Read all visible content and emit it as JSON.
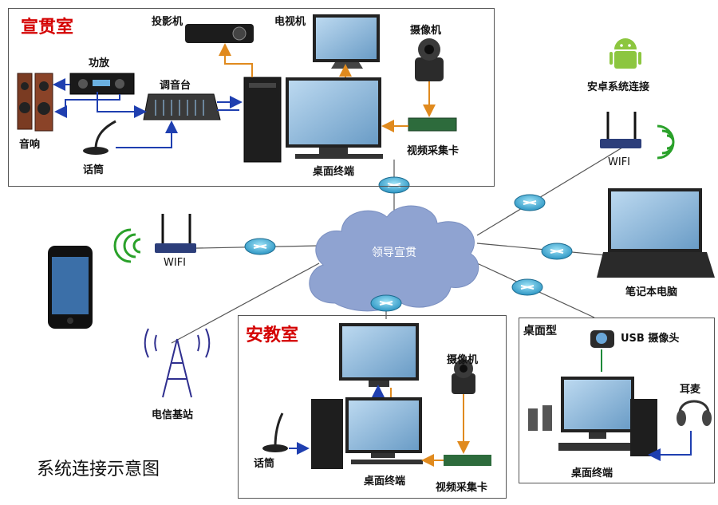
{
  "rooms": {
    "xuanguan": {
      "title": "宣贯室",
      "projector": "投影机",
      "tv": "电视机",
      "camera": "摄像机",
      "amplifier": "功放",
      "mixer": "调音台",
      "speaker": "音响",
      "microphone": "话筒",
      "capture_card": "视频采集卡",
      "terminal": "桌面终端"
    },
    "anjiao": {
      "title": "安教室",
      "camera": "摄像机",
      "microphone": "话筒",
      "terminal": "桌面终端",
      "capture_card": "视频采集卡"
    },
    "desktop": {
      "title": "桌面型",
      "usb_camera": "USB 摄像头",
      "headset": "耳麦",
      "terminal": "桌面终端"
    }
  },
  "network": {
    "cloud": "领导宣贯",
    "wifi_left": "WIFI",
    "wifi_right": "WIFI",
    "android": "安卓系统连接",
    "laptop": "笔记本电脑",
    "base_station": "电信基站"
  },
  "caption": "系统连接示意图",
  "colors": {
    "room_title": "#d40000",
    "cloud": "#8fa3d1",
    "router": "#4bb4d8",
    "android": "#8cc63f",
    "audio_line": "#1f3fb0",
    "video_line": "#e08a1e",
    "network_line": "#555555"
  }
}
